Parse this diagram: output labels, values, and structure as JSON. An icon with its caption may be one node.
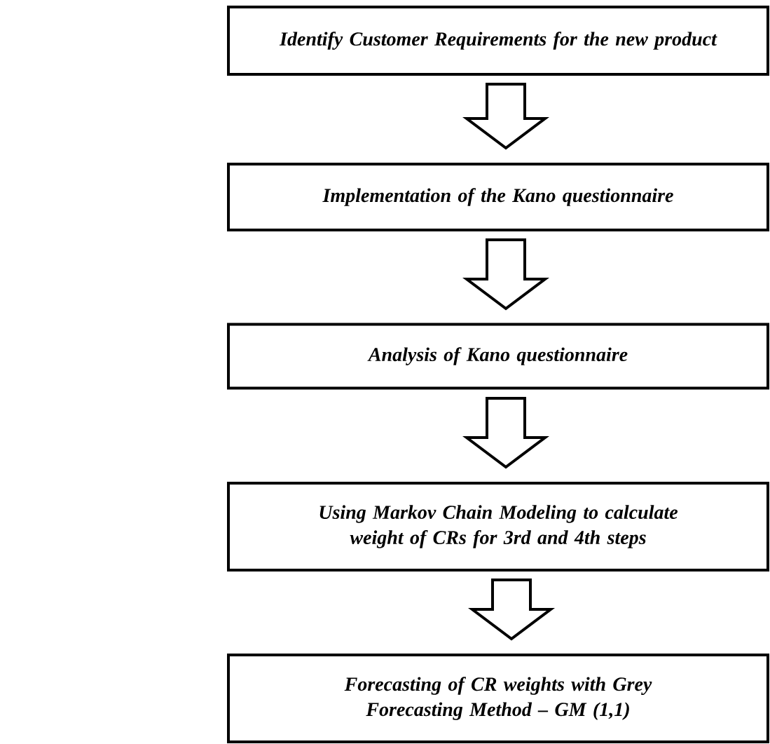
{
  "diagram": {
    "nodes": [
      {
        "text": [
          "Identify Customer Requirements for the new product"
        ]
      },
      {
        "text": [
          "Implementation of the Kano questionnaire"
        ]
      },
      {
        "text": [
          "Analysis of Kano questionnaire"
        ]
      },
      {
        "text": [
          "Using Markov Chain Modeling to calculate weight of CRs for 3rd and 4th steps"
        ]
      },
      {
        "text": [
          "Forecasting of CR weights with Grey Forecasting Method – GM (1,1)"
        ]
      }
    ],
    "edges": [
      {
        "from": 0,
        "to": 1,
        "arrow": "to"
      },
      {
        "from": 1,
        "to": 2,
        "arrow": "to"
      },
      {
        "from": 2,
        "to": 3,
        "arrow": "to"
      },
      {
        "from": 3,
        "to": 4,
        "arrow": "to"
      }
    ]
  }
}
